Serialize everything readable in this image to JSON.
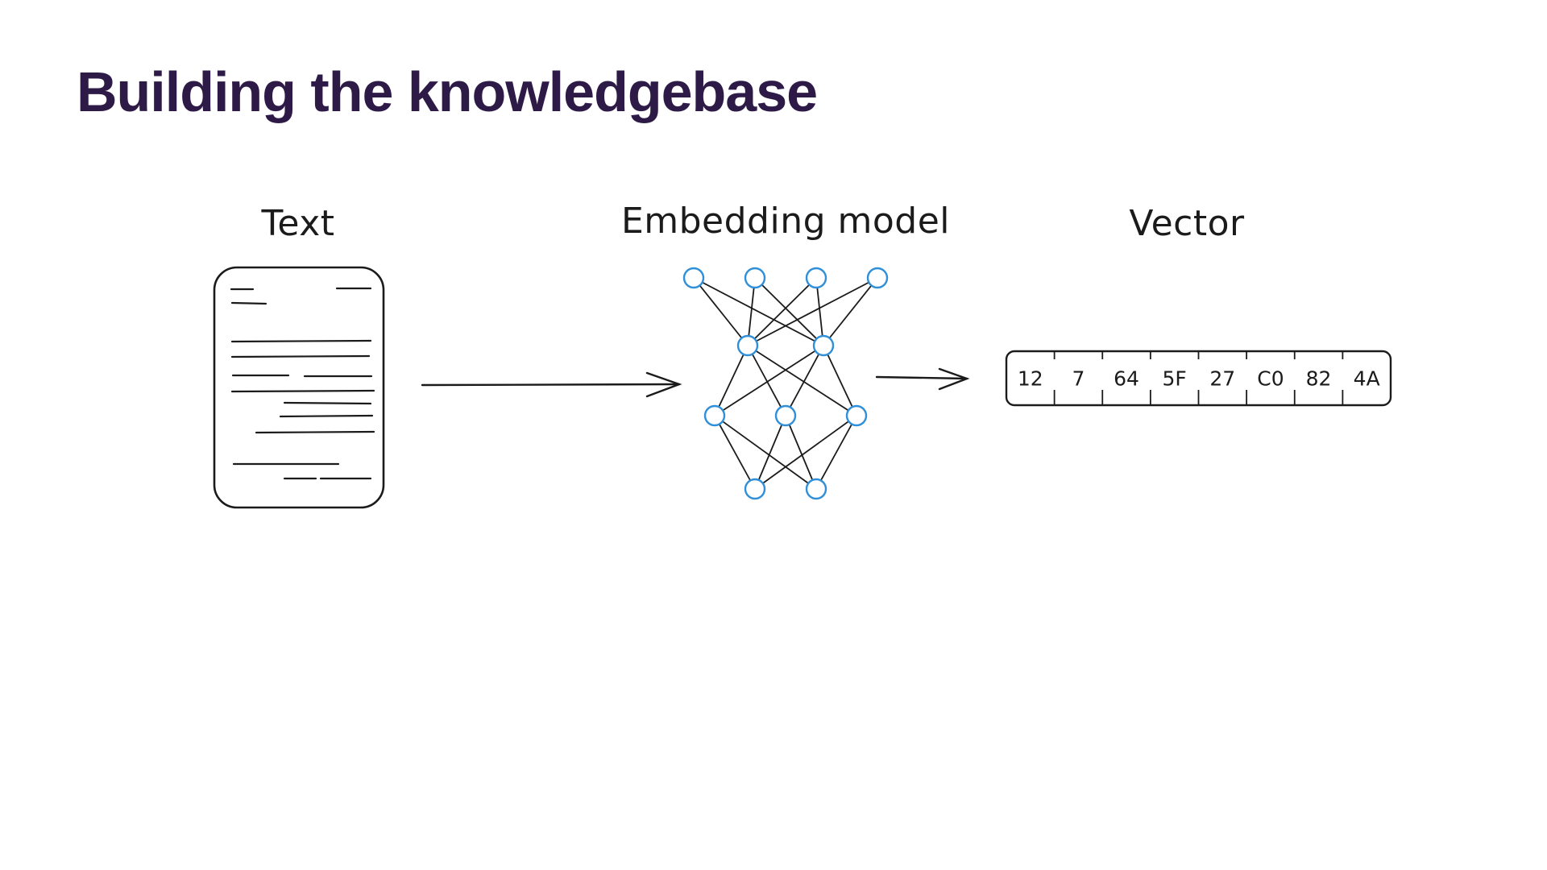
{
  "slide": {
    "title": "Building the knowledgebase",
    "title_color": "#2e1a47"
  },
  "stages": {
    "text_label": "Text",
    "model_label": "Embedding model",
    "vector_label": "Vector"
  },
  "vector": {
    "values": [
      "12",
      "7",
      "64",
      "5F",
      "27",
      "C0",
      "82",
      "4A"
    ]
  },
  "colors": {
    "ink": "#1b1b1b",
    "node": "#2f8fd8"
  },
  "network": {
    "layers": [
      4,
      2,
      3,
      2
    ]
  }
}
